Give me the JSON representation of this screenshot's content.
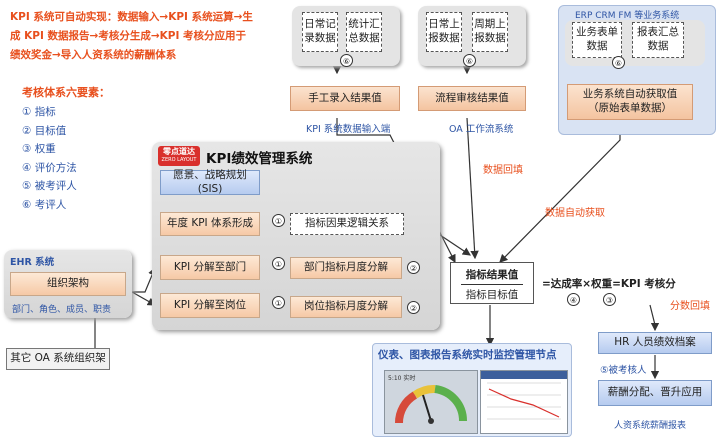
{
  "intro": {
    "lines": [
      "KPI 系统可自动实现：数据输入→KPI 系统运算→生",
      "成 KPI 数据报告→考核分生成→KPI 考核分应用于",
      "绩效奖金→导入人资系统的薪酬体系"
    ]
  },
  "six_elements": {
    "title": "考核体系六要素：",
    "items": [
      "① 指标",
      "② 目标值",
      "③ 权重",
      "④ 评价方法",
      "⑤ 被考评人",
      "⑥ 考评人"
    ]
  },
  "top_inputs": {
    "manual": {
      "daily": "日常记录数据",
      "stats": "统计汇总数据",
      "circle": "⑥",
      "result": "手工录入结果值",
      "caption": "KPI 系统数据输入端"
    },
    "process": {
      "daily": "日常上报数据",
      "weekly": "周期上报数据",
      "circle": "⑥",
      "result": "流程审核结果值",
      "caption": "OA 工作流系统"
    },
    "erp": {
      "title": "ERP CRM FM 等业务系统",
      "form": "业务表单数据",
      "report": "报表汇总数据",
      "circle": "⑥",
      "result": "业务系统自动获取值\n（原始表单数据）"
    }
  },
  "flow_labels": {
    "backfill": "数据回填",
    "auto_get": "数据自动获取",
    "score_backfill": "分数回填"
  },
  "kpi_system": {
    "logo_cn": "零点道达",
    "logo_en": "ZERO LAYOUT",
    "title": "KPI绩效管理系统",
    "steps": [
      "愿景、战略规划(SIS)",
      "年度 KPI 体系形成",
      "KPI 分解至部门",
      "KPI 分解至岗位"
    ],
    "side": [
      "指标因果逻辑关系",
      "部门指标月度分解",
      "岗位指标月度分解"
    ],
    "circles": [
      "①",
      "①",
      "②",
      "①",
      "②"
    ]
  },
  "ehr": {
    "title": "EHR 系统",
    "org": "组织架构",
    "sub": "部门、角色、成员、职责",
    "other": "其它 OA 系统组织架"
  },
  "result_block": {
    "value": "指标结果值",
    "target": "指标目标值",
    "formula": "=达成率×权重=KPI 考核分",
    "circle_4": "④",
    "circle_3": "③"
  },
  "monitor": {
    "title": "仪表、图表报告系统实时监控管理节点",
    "gauge_label": "5:10 实时"
  },
  "hr": {
    "archive": "HR 人员绩效档案",
    "assessed": "⑤被考核人",
    "salary": "薪酬分配、晋升应用",
    "caption": "人资系统薪酬报表"
  },
  "colors": {
    "accent_orange": "#e8501e",
    "accent_blue": "#2e55a5",
    "peach": "#f6c9a6",
    "light_blue": "#b6cbef"
  }
}
